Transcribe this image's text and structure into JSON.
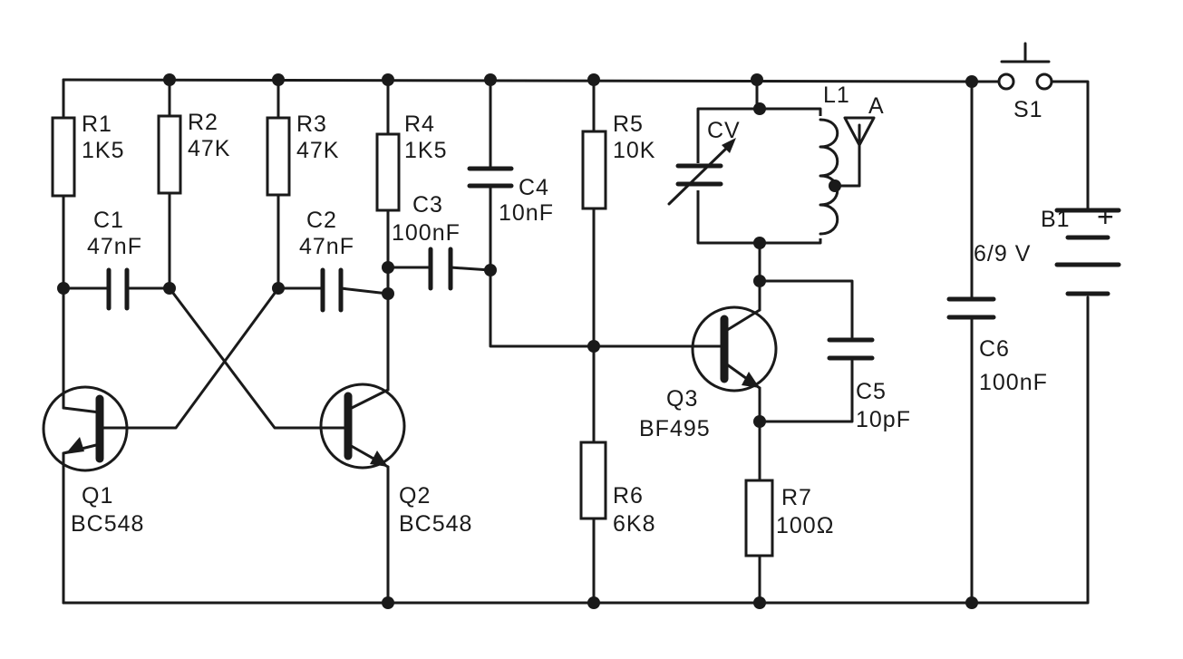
{
  "components": {
    "r1": {
      "ref": "R1",
      "value": "1K5"
    },
    "r2": {
      "ref": "R2",
      "value": "47K"
    },
    "r3": {
      "ref": "R3",
      "value": "47K"
    },
    "r4": {
      "ref": "R4",
      "value": "1K5"
    },
    "r5": {
      "ref": "R5",
      "value": "10K"
    },
    "r6": {
      "ref": "R6",
      "value": "6K8"
    },
    "r7": {
      "ref": "R7",
      "value": "100Ω"
    },
    "c1": {
      "ref": "C1",
      "value": "47nF"
    },
    "c2": {
      "ref": "C2",
      "value": "47nF"
    },
    "c3": {
      "ref": "C3",
      "value": "100nF"
    },
    "c4": {
      "ref": "C4",
      "value": "10nF"
    },
    "c5": {
      "ref": "C5",
      "value": "10pF"
    },
    "c6": {
      "ref": "C6",
      "value": "100nF"
    },
    "cv": {
      "ref": "CV"
    },
    "l1": {
      "ref": "L1"
    },
    "antenna": {
      "ref": "A"
    },
    "q1": {
      "ref": "Q1",
      "value": "BC548"
    },
    "q2": {
      "ref": "Q2",
      "value": "BC548"
    },
    "q3": {
      "ref": "Q3",
      "value": "BF495"
    },
    "s1": {
      "ref": "S1"
    },
    "b1": {
      "ref": "B1",
      "value": "6/9 V",
      "polarity": "+"
    }
  },
  "colors": {
    "ink": "#1a1a1a",
    "paper": "#ffffff"
  }
}
